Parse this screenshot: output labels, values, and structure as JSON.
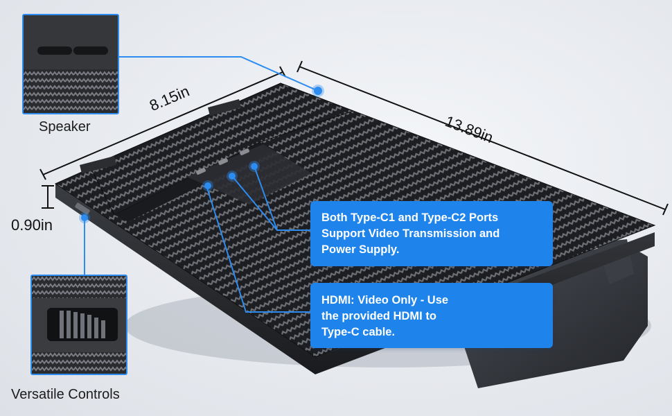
{
  "dimensions": {
    "width": "8.15in",
    "length": "13.89in",
    "thickness": "0.90in"
  },
  "insets": {
    "speaker_label": "Speaker",
    "controls_label": "Versatile Controls"
  },
  "callouts": {
    "typec": [
      "Both Type-C1 and Type-C2 Ports",
      "Support Video Transmission and",
      "Power Supply."
    ],
    "hdmi": [
      "HDMI: Video Only - Use",
      "the provided HDMI to",
      "Type-C cable."
    ]
  },
  "colors": {
    "accent": "#1e84ec",
    "inset_border": "#2d8cf0",
    "device_body": "#1f2124"
  }
}
